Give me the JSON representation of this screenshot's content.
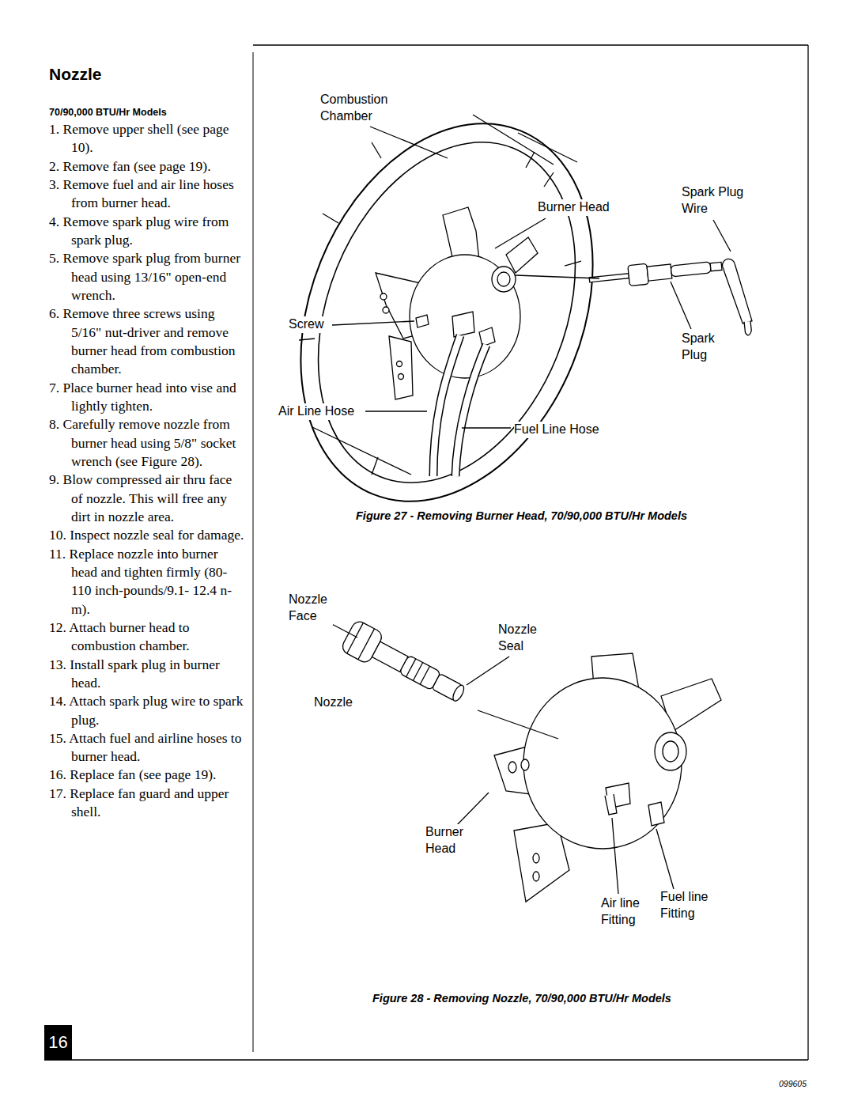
{
  "diagram": {
    "title": "Nozzle",
    "nodes": [
      {
        "text": [
          "16"
        ]
      }
    ],
    "labels": [
      "70/90,000 BTU/Hr Models",
      "1. Remove upper shell (see page 10).",
      "2. Remove fan (see page 19).",
      "3. Remove fuel and air line hoses from burner head.",
      "4. Remove spark plug wire from spark plug.",
      "5. Remove spark plug from burner head using 13/16\" open-end wrench.",
      "6. Remove three screws using 5/16\" nut-driver and remove burner head from combustion chamber.",
      "7. Place burner head into vise and lightly tighten.",
      "8. Carefully remove nozzle from burner head using 5/8\" socket wrench (see Figure 28).",
      "9. Blow compressed air thru face of nozzle. This will free any dirt in nozzle area.",
      "10. Inspect nozzle seal for damage.",
      "11. Replace nozzle into burner head and tighten firmly (80-110 inch-pounds/9.1- 12.4 n-m).",
      "12. Attach burner head to combustion chamber.",
      "13. Install spark plug in burner head.",
      "14. Attach spark plug wire to spark plug.",
      "15. Attach fuel and airline hoses to burner head.",
      "16. Replace fan (see page 19).",
      "17. Replace fan guard and upper shell.",
      "Combustion Chamber",
      "Burner Head",
      "Spark Plug Wire",
      "Screw",
      "Spark Plug",
      "Air Line Hose",
      "Fuel Line Hose",
      "Figure 27 - Removing Burner Head, 70/90,000 BTU/Hr Models",
      "Nozzle Face",
      "Nozzle Seal",
      "Nozzle",
      "Burner Head",
      "Air line Fitting",
      "Fuel line Fitting",
      "Figure 28 - Removing Nozzle, 70/90,000 BTU/Hr Models",
      "099605"
    ]
  }
}
